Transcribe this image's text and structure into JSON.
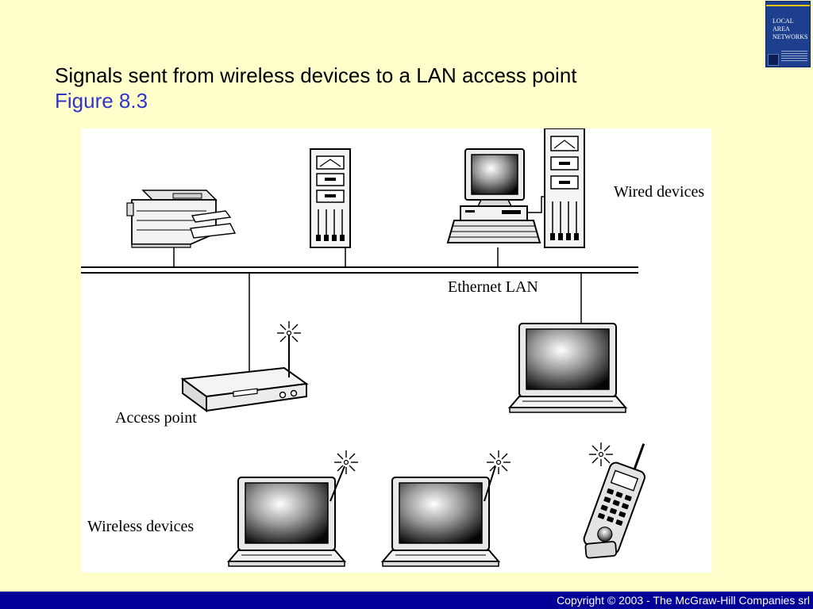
{
  "slide": {
    "title": "Signals sent from wireless devices to a LAN access point",
    "subtitle": "Figure 8.3"
  },
  "book_cover": {
    "title": "LOCAL\nAREA\nNETWORKS",
    "colors": {
      "cover": "#1e3f8e",
      "stripe": "#e8c400"
    }
  },
  "diagram": {
    "labels": {
      "wired_devices": "Wired devices",
      "ethernet_lan": "Ethernet LAN",
      "access_point": "Access point",
      "wireless_devices": "Wireless devices"
    },
    "devices": [
      {
        "kind": "printer",
        "group": "wired"
      },
      {
        "kind": "tower-server",
        "group": "wired"
      },
      {
        "kind": "desktop-computer",
        "group": "wired"
      },
      {
        "kind": "tower-server",
        "group": "wired"
      },
      {
        "kind": "access-point",
        "group": "wired"
      },
      {
        "kind": "laptop",
        "group": "wired"
      },
      {
        "kind": "laptop",
        "group": "wireless"
      },
      {
        "kind": "laptop",
        "group": "wireless"
      },
      {
        "kind": "mobile-phone",
        "group": "wireless"
      }
    ]
  },
  "footer": {
    "copyright": "Copyright © 2003 - The McGraw-Hill Companies srl"
  },
  "colors": {
    "background": "#ffffcc",
    "footer_bar": "#000099",
    "subtitle": "#3333cc"
  }
}
